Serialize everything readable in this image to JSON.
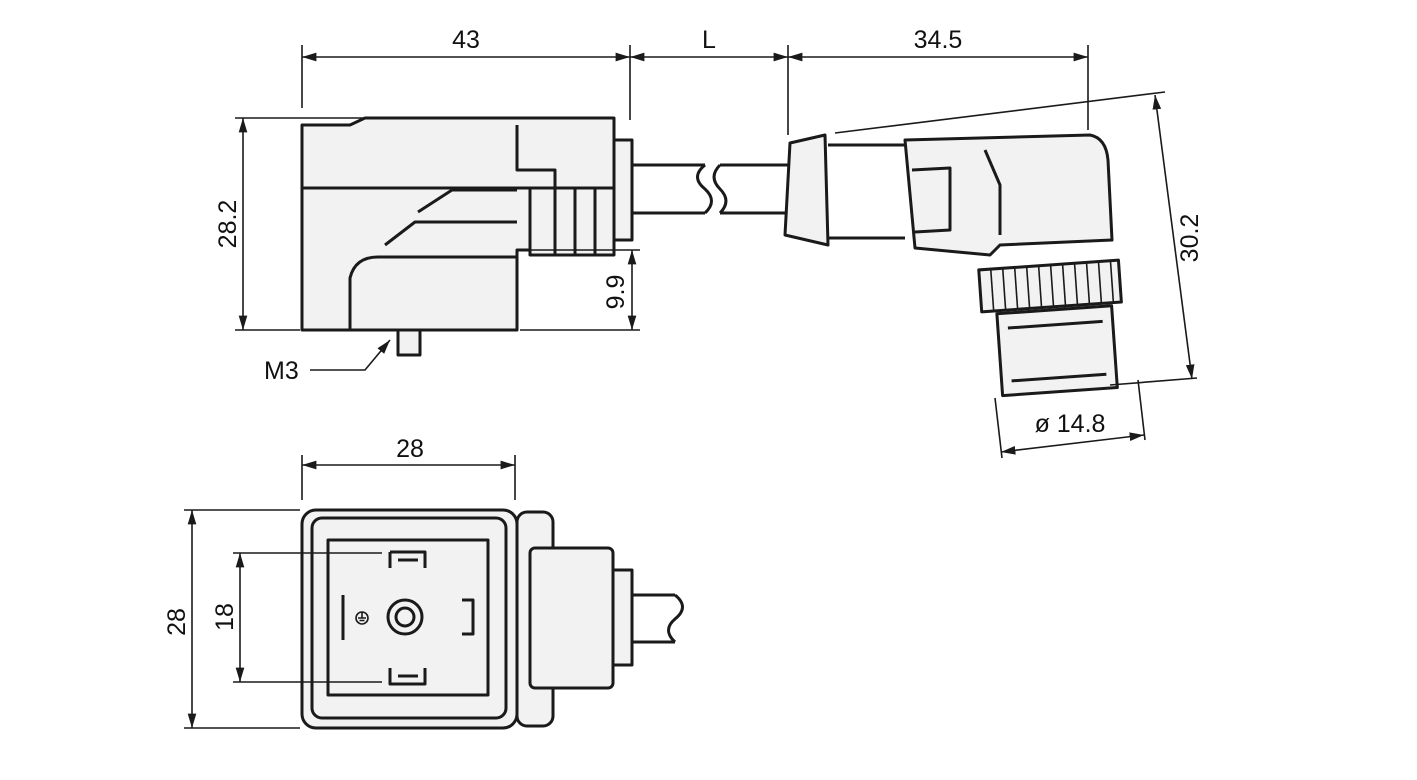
{
  "drawing": {
    "side_view": {
      "width_label": "43",
      "cable_length_label": "L",
      "height_label": "28.2",
      "offset_label": "9.9",
      "screw_label": "M3"
    },
    "right_connector": {
      "length_label": "34.5",
      "height_label": "30.2",
      "diameter_label": "ø 14.8"
    },
    "front_view": {
      "width_label": "28",
      "height_label": "28",
      "pin_spacing_label": "18"
    }
  }
}
